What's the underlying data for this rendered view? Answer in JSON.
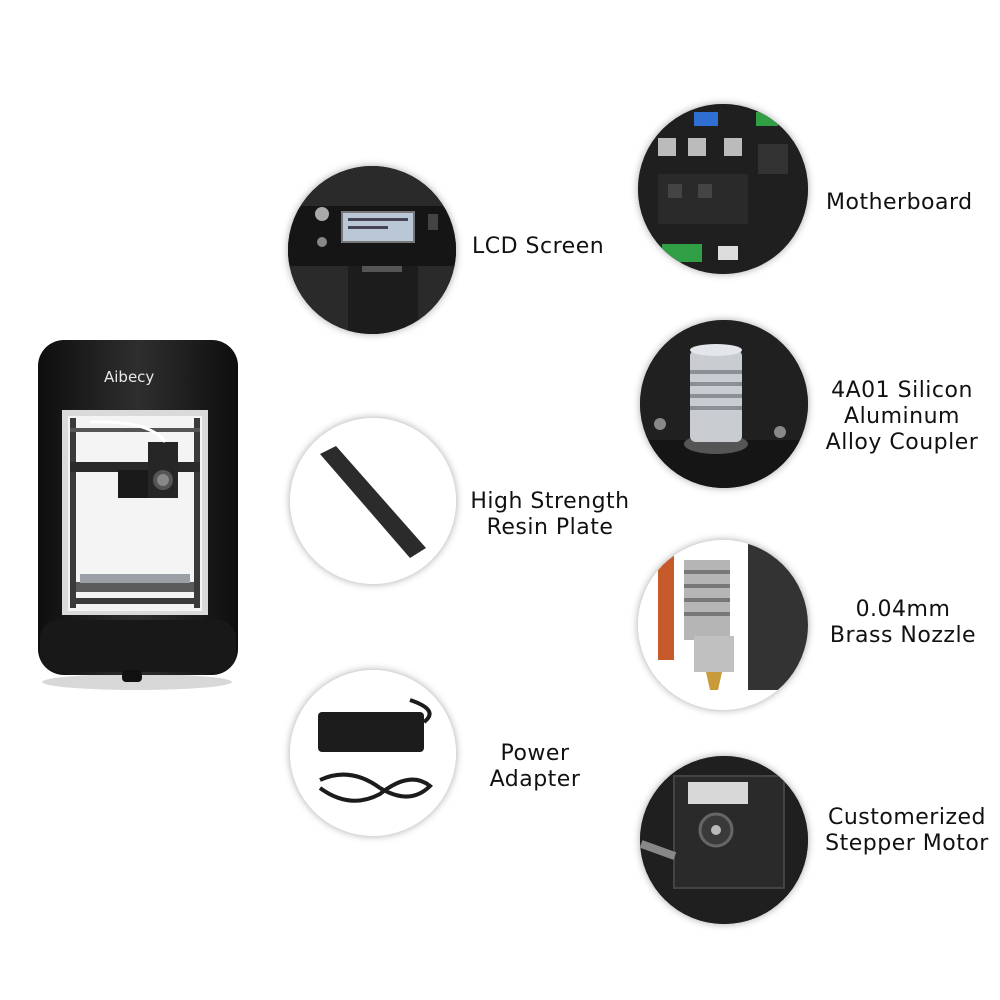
{
  "brand": {
    "logo_text": "Aibecy"
  },
  "features": {
    "lcd_screen": {
      "lines": [
        "LCD Screen"
      ]
    },
    "resin_plate": {
      "lines": [
        "High Strength",
        "Resin Plate"
      ]
    },
    "power_adapter": {
      "lines": [
        "Power",
        "Adapter"
      ]
    },
    "motherboard": {
      "lines": [
        "Motherboard"
      ]
    },
    "coupler": {
      "lines": [
        "4A01 Silicon",
        "Aluminum",
        "Alloy Coupler"
      ]
    },
    "nozzle": {
      "lines": [
        "0.04mm",
        "Brass Nozzle"
      ]
    },
    "stepper_motor": {
      "lines": [
        "Customerized",
        "Stepper Motor"
      ]
    }
  },
  "colors": {
    "printer_body": "#1e1e1e",
    "board_green": "#2f9e44",
    "connector_blue": "#2f6fd1",
    "text": "#111111"
  }
}
